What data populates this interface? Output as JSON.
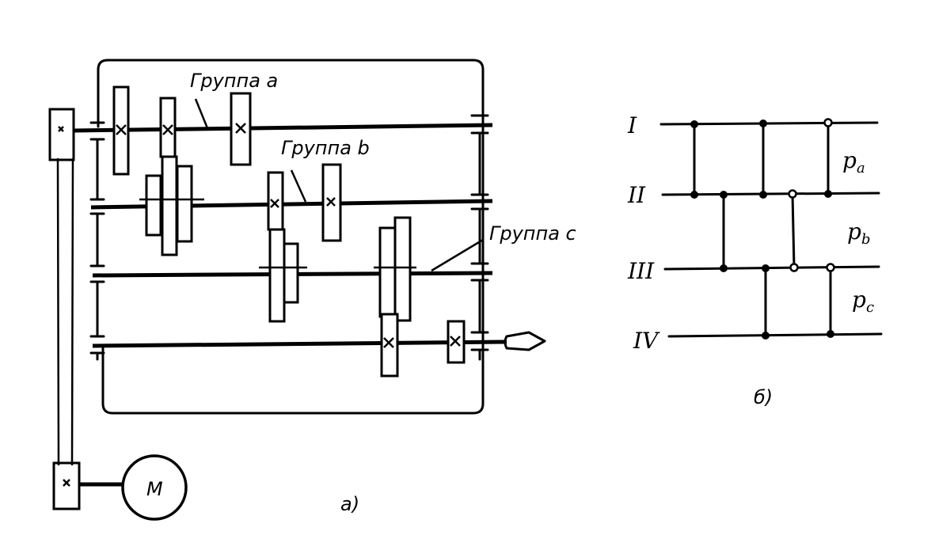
{
  "figure_a": {
    "caption": "а)",
    "motor_label": "M",
    "group_labels": [
      "Группа a",
      "Группа b",
      "Группа c"
    ]
  },
  "figure_b": {
    "caption": "б)",
    "shaft_labels": [
      "I",
      "II",
      "III",
      "IV"
    ],
    "group_labels": [
      {
        "base": "p",
        "sub": "a"
      },
      {
        "base": "p",
        "sub": "b"
      },
      {
        "base": "p",
        "sub": "c"
      }
    ]
  }
}
